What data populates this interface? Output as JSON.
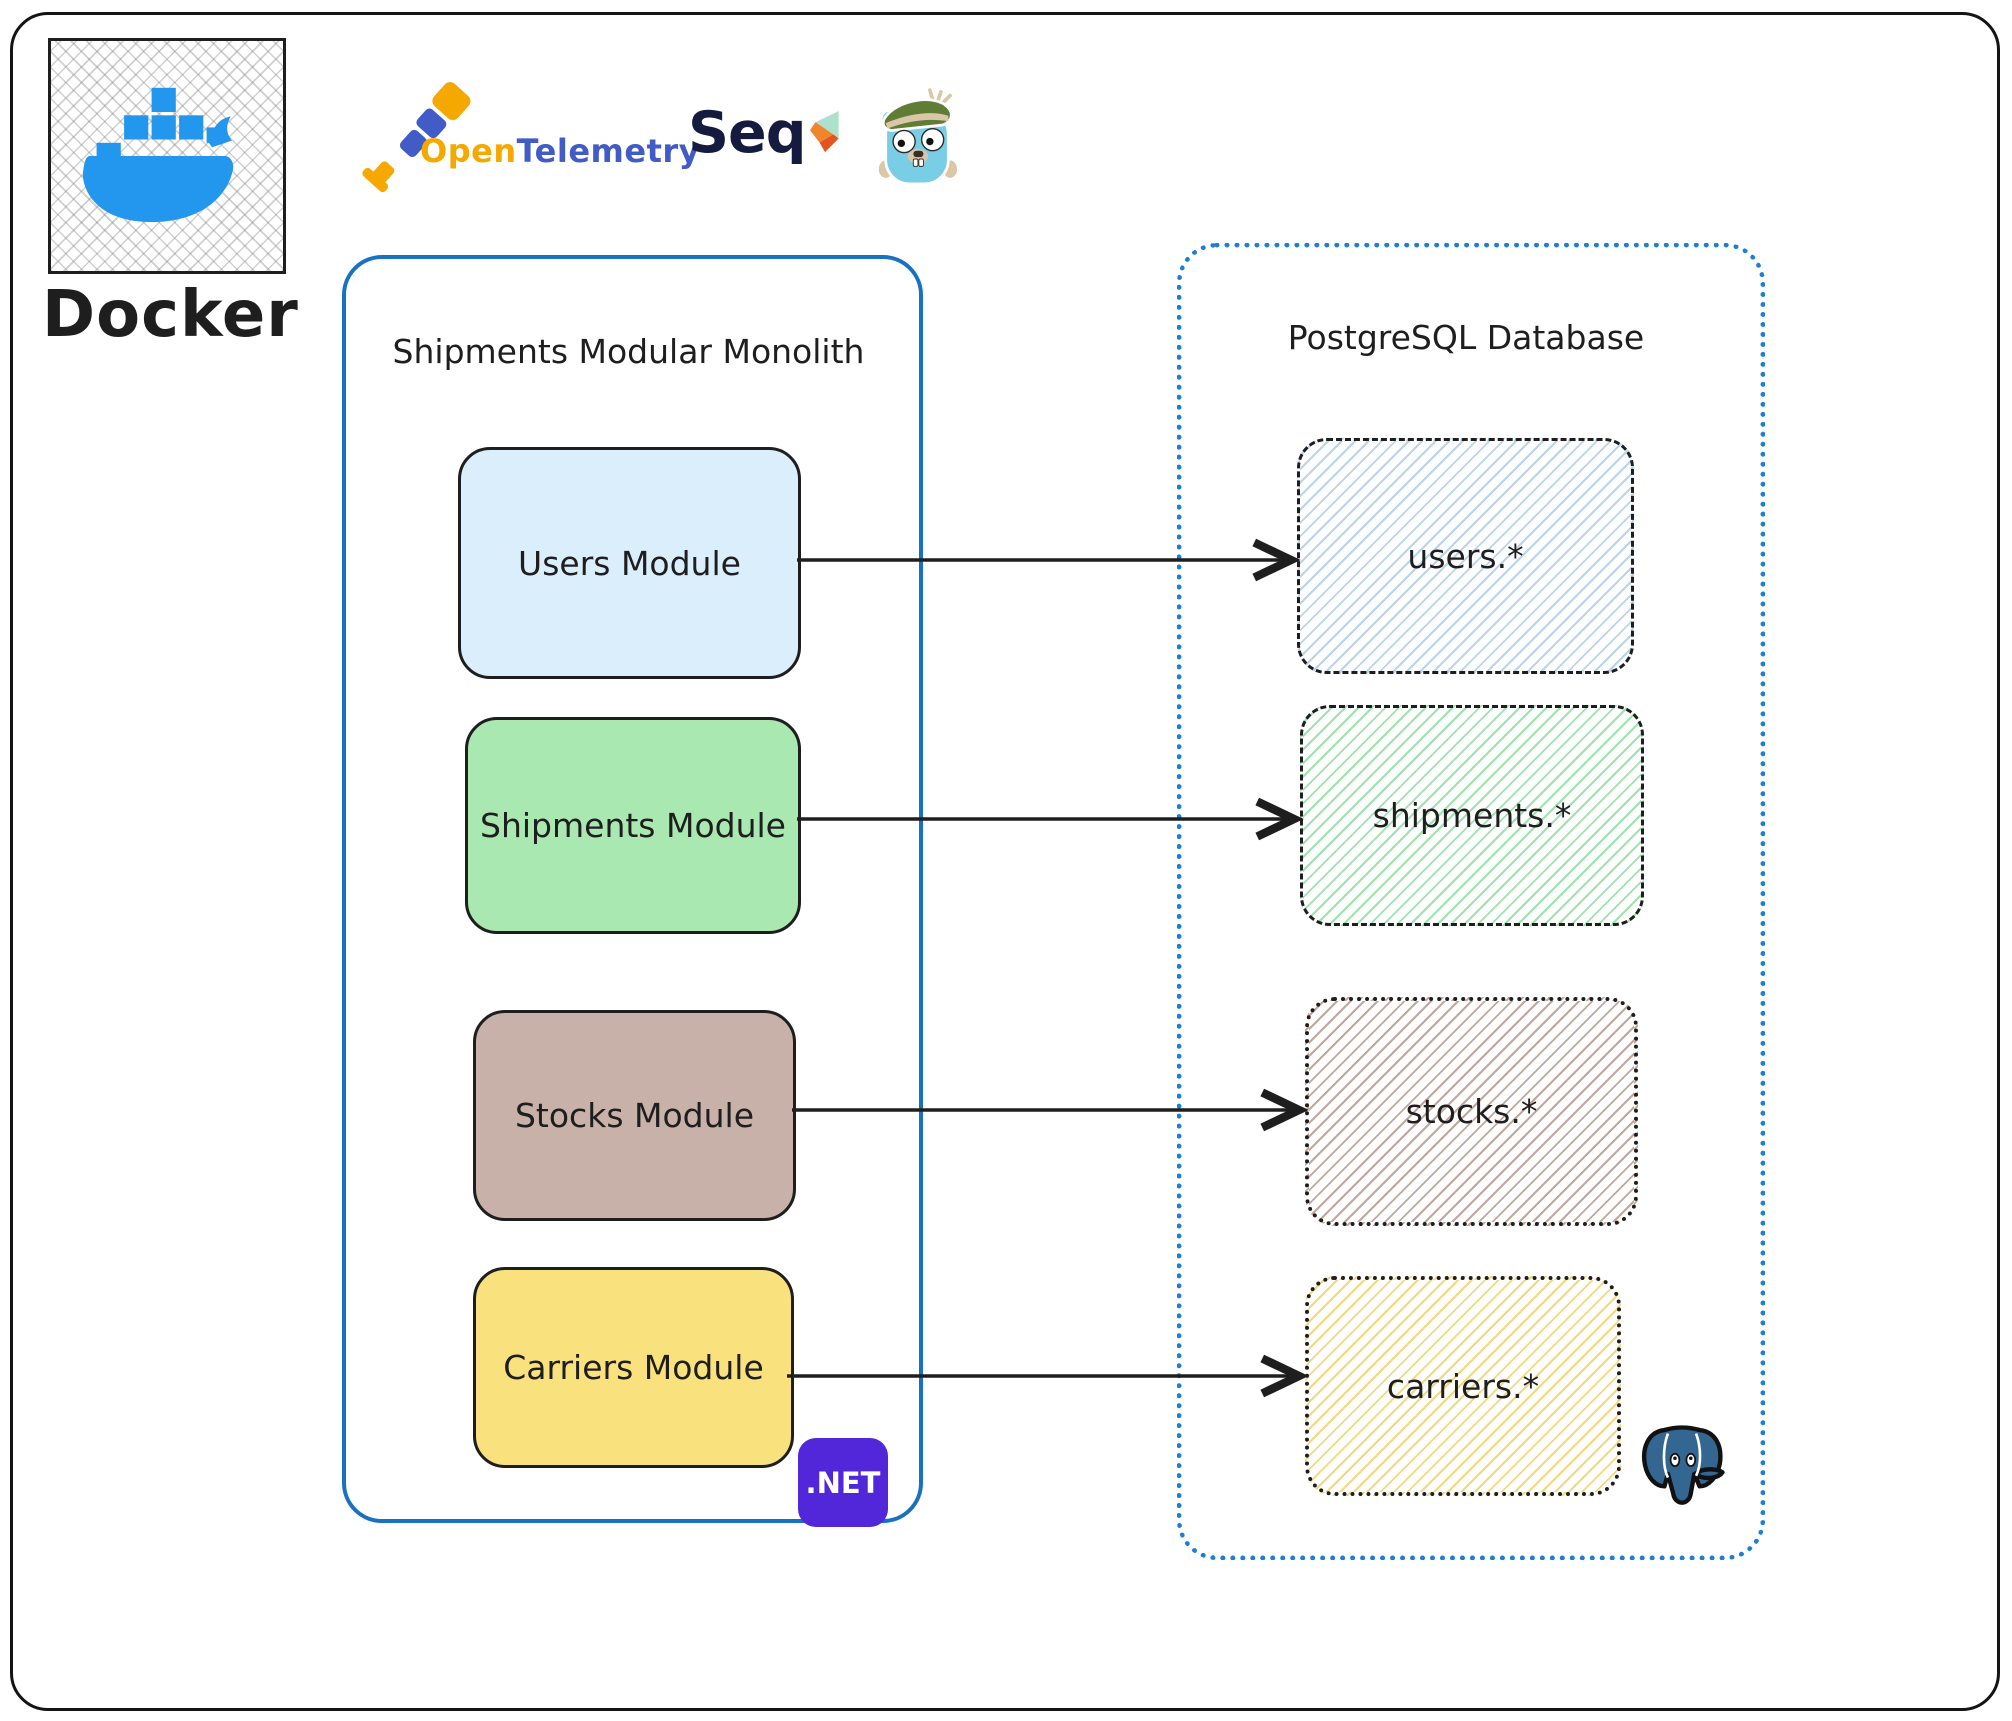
{
  "docker": {
    "label": "Docker"
  },
  "opentelemetry": {
    "part1": "Open",
    "part2": "Telemetry"
  },
  "seq": {
    "label": "Seq"
  },
  "monolith": {
    "title": "Shipments Modular Monolith",
    "modules": [
      {
        "label": "Users Module",
        "fill": "#dbeefb"
      },
      {
        "label": "Shipments Module",
        "fill": "#a9e8b0"
      },
      {
        "label": "Stocks Module",
        "fill": "#c8b1a8"
      },
      {
        "label": "Carriers Module",
        "fill": "#f9e27d"
      }
    ],
    "dotnet_badge": ".NET"
  },
  "database": {
    "title": "PostgreSQL Database",
    "schemas": [
      {
        "label": "users.*",
        "hatch": "#b9d5ee",
        "border_style": "dashed"
      },
      {
        "label": "shipments.*",
        "hatch": "#9fe3ac",
        "border_style": "dashed"
      },
      {
        "label": "stocks.*",
        "hatch": "#c2a79d",
        "border_style": "dotted"
      },
      {
        "label": "carriers.*",
        "hatch": "#f2d980",
        "border_style": "dotted"
      }
    ]
  },
  "colors": {
    "docker_blue": "#2396ED",
    "otel_orange": "#F5A800",
    "otel_blue": "#425CC7",
    "seq_navy": "#141B3F",
    "monolith_border": "#1971C2",
    "database_border": "#1C7ED6",
    "dotnet_purple": "#5226D9",
    "postgres_blue": "#336791",
    "arrow_stroke": "#1e1e1e"
  }
}
